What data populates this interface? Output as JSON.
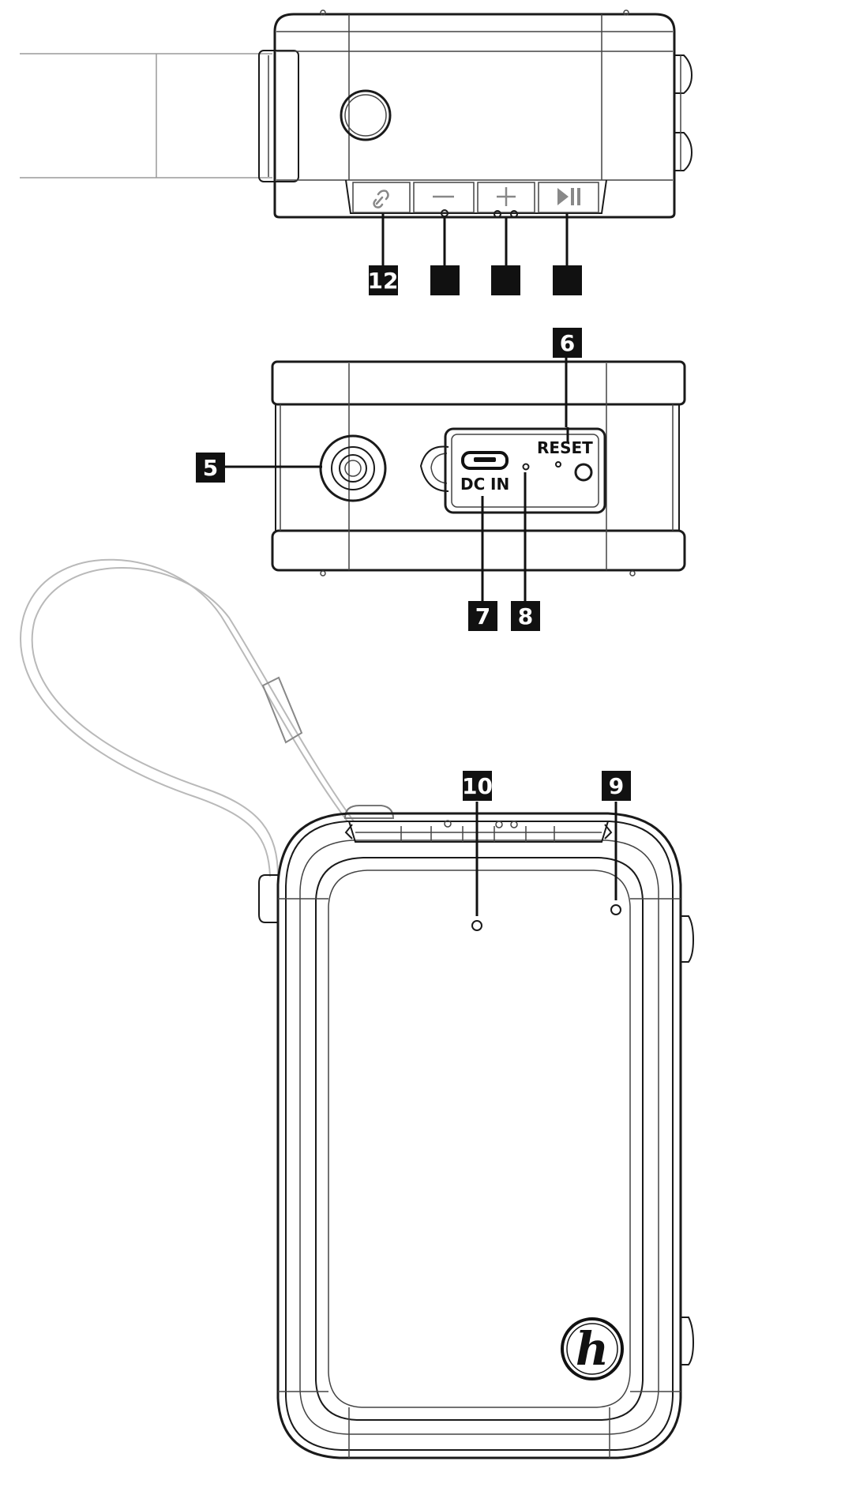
{
  "diagram": {
    "top_view": {
      "button_glyphs": [
        "link-icon",
        "minus-icon",
        "plus-icon",
        "play-pause-icon"
      ],
      "callouts": [
        "12",
        "",
        "",
        ""
      ]
    },
    "back_view": {
      "callouts": {
        "aux_in": "5",
        "reset": "6",
        "dc_in": "7",
        "led": "8"
      },
      "labels": {
        "reset": "RESET",
        "dc": "DC",
        "in": "IN"
      }
    },
    "front_view": {
      "callouts": {
        "left_indicator": "10",
        "right_indicator": "9"
      },
      "logo_letter": "h"
    },
    "colors": {
      "line": "#1a1a1a",
      "callout_fill": "#111111",
      "callout_text": "#ffffff",
      "strap": "#b9b9b9",
      "background": "#ffffff"
    }
  }
}
